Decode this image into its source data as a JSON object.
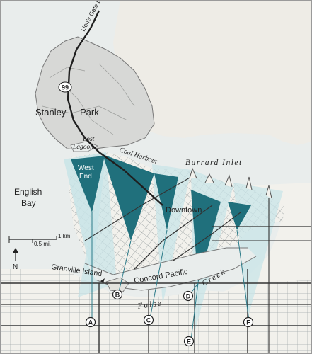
{
  "labels": {
    "bridge": "Lion's Gate Bridge",
    "highway": "99",
    "stanley": "Stanley",
    "park": "Park",
    "lost": "Lost",
    "lagoon": "Lagoon",
    "coal_harbour": "Coal Harbour",
    "burrard_inlet": "Burrard Inlet",
    "west": "West",
    "end": "End",
    "english": "English",
    "bay": "Bay",
    "downtown": "Downtown",
    "granville_island": "Granville Island",
    "concord_pacific": "Concord Pacific",
    "false": "False",
    "creek": "Creek"
  },
  "scale": {
    "km": "1 km",
    "mi": "0.5 mi."
  },
  "north": "N",
  "markers": [
    "A",
    "B",
    "C",
    "D",
    "E",
    "F"
  ],
  "colors": {
    "water": "#e9edec",
    "land": "#f2f1ec",
    "park": "#d7d8d6",
    "view_corridor_light": "#c8e4e8",
    "view_corridor_dark": "#20707c",
    "road": "#333333",
    "grid": "#8b9496"
  }
}
